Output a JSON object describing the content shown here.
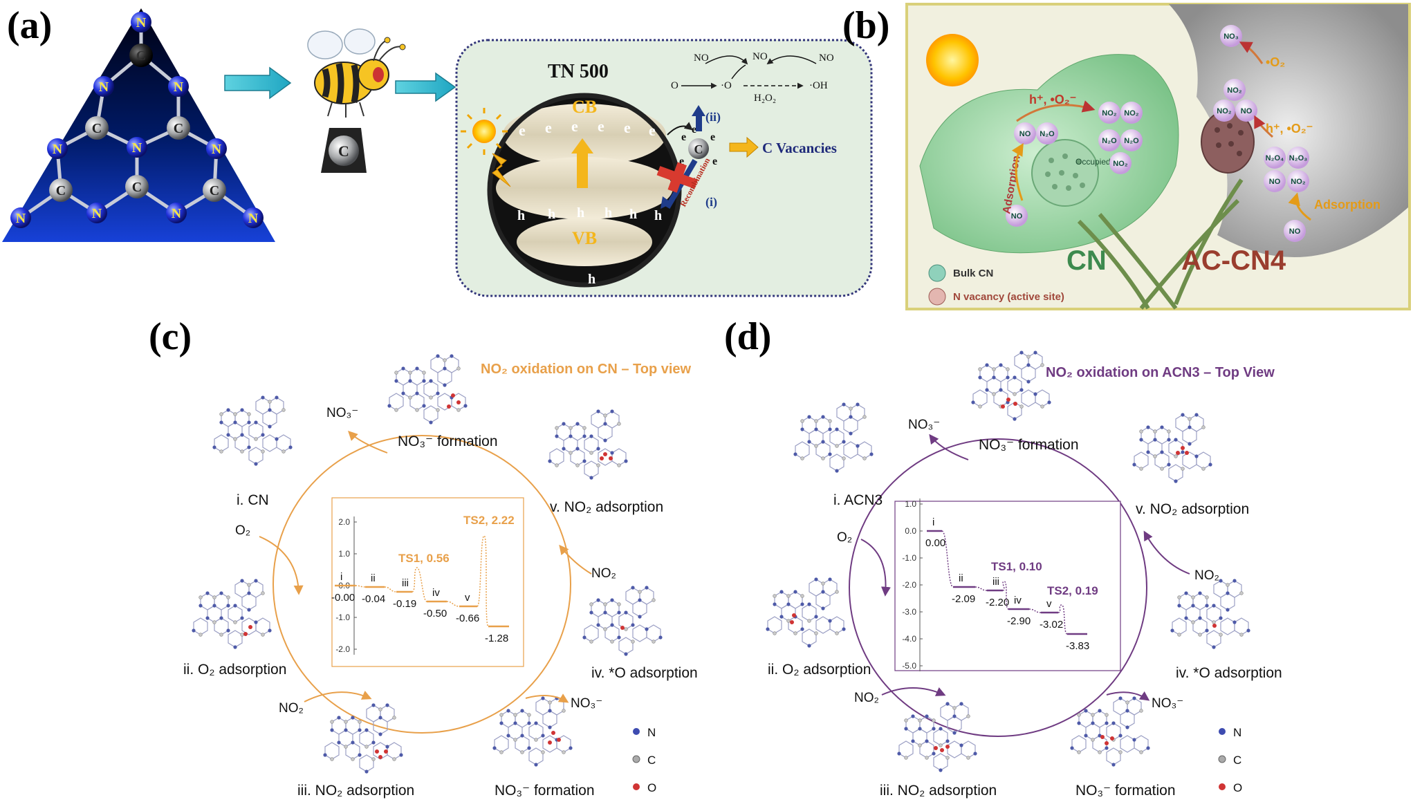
{
  "panel_labels": {
    "a": "(a)",
    "b": "(b)",
    "c": "(c)",
    "d": "(d)"
  },
  "panel_a": {
    "atom_n": "N",
    "atom_c": "C",
    "title": "TN 500",
    "cb": "CB",
    "vb": "VB",
    "electron": "e",
    "hole": "h",
    "c_vacancies": "C Vacancies",
    "step_i": "(i)",
    "step_ii": "(ii)",
    "recombination": "Recombination",
    "rxn_no_left": "NO",
    "rxn_no3": "NO",
    "rxn_no_right": "NO",
    "rxn_o2": "O",
    "rxn_o2_radical": "·O",
    "rxn_h2o2": "H₂O₂",
    "rxn_oh": "·OH"
  },
  "panel_b": {
    "cn": "CN",
    "ac_cn4": "AC-CN4",
    "adsorption_left": "Adsorption",
    "adsorption_right": "Adsorption",
    "occupied": "Occupied",
    "legend_bulk": "Bulk CN",
    "legend_vacancy": "N vacancy (active site)",
    "left_species": [
      "NO₂",
      "NO₂",
      "NO",
      "N₂O",
      "N₂O",
      "N₂O",
      "NO₂",
      "NO"
    ],
    "right_species": [
      "NO₃",
      "NO₂",
      "NO₂",
      "NO",
      "N₂O₄",
      "N₂O₃",
      "NO",
      "NO₂",
      "NO"
    ],
    "left_radicals": "h⁺, •O₂⁻",
    "right_radicals": "h⁺, •O₂⁻",
    "right_top_radical": "•O₂"
  },
  "panel_c": {
    "title": "NO₂ oxidation on CN – Top view",
    "accent": "#e8a04a",
    "state_i": "i. CN",
    "state_ii": "ii. O₂ adsorption",
    "state_iii": "iii. NO₂ adsorption",
    "state_iv": "iv. *O adsorption",
    "state_v": "v. NO₂ adsorption",
    "formation_top": "NO₃⁻ formation",
    "formation_bottom": "NO₃⁻ formation",
    "flow_o2": "O₂",
    "flow_no2_left": "NO₂",
    "flow_no2_right": "NO₂",
    "flow_no3_top": "NO₃⁻",
    "flow_no3_bottom": "NO₃⁻",
    "ts1": "TS1, 0.56",
    "ts2": "TS2, 2.22",
    "y_ticks": [
      "2.0",
      "1.0",
      "0.0",
      "-1.0",
      "-2.0"
    ],
    "step_labels": [
      "i",
      "ii",
      "iii",
      "iv",
      "v"
    ],
    "energy_labels": [
      "-0.00",
      "-0.04",
      "-0.19",
      "-0.50",
      "-0.66",
      "-1.28"
    ]
  },
  "panel_d": {
    "title": "NO₂ oxidation on ACN3 – Top View",
    "accent": "#6f3b82",
    "state_i": "i. ACN3",
    "state_ii": "ii. O₂ adsorption",
    "state_iii": "iii. NO₂ adsorption",
    "state_iv": "iv. *O adsorption",
    "state_v": "v. NO₂ adsorption",
    "formation_top": "NO₃⁻ formation",
    "formation_bottom": "NO₃⁻ formation",
    "flow_o2": "O₂",
    "flow_no2_left": "NO₂",
    "flow_no2_right": "NO₂",
    "flow_no3_top": "NO₃⁻",
    "flow_no3_bottom": "NO₃⁻",
    "ts1": "TS1, 0.10",
    "ts2": "TS2, 0.19",
    "y_ticks": [
      "1.0",
      "0.0",
      "-1.0",
      "-2.0",
      "-3.0",
      "-4.0",
      "-5.0"
    ],
    "step_labels": [
      "i",
      "ii",
      "iii",
      "iv",
      "v"
    ],
    "energy_labels": [
      "0.00",
      "-2.09",
      "-2.20",
      "-2.90",
      "-3.02",
      "-3.83"
    ]
  },
  "legend": {
    "n": "N",
    "c": "C",
    "o": "O"
  }
}
